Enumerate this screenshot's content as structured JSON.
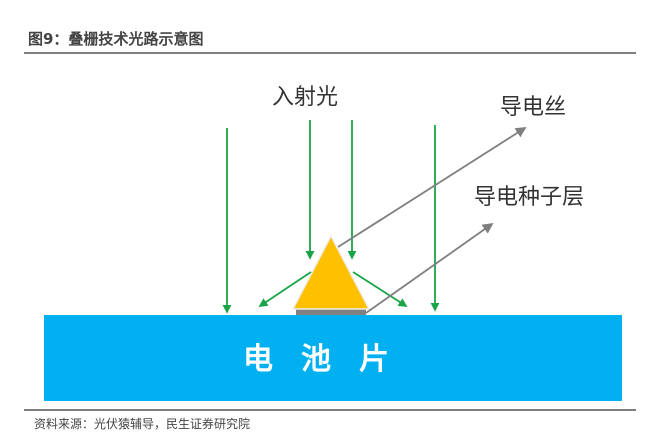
{
  "figure": {
    "title": "图9：叠栅技术光路示意图",
    "source": "资料来源：光伏猿辅导，民生证券研究院"
  },
  "labels": {
    "incident_light": "入射光",
    "conductive_wire": "导电丝",
    "conductive_seed_layer": "导电种子层",
    "cell": "电池片"
  },
  "colors": {
    "cell": "#00b0f0",
    "light_arrow": "#1aa448",
    "wire": "#ffc000",
    "seed_layer": "#808080",
    "pointer_arrow": "#7f7f7f"
  }
}
